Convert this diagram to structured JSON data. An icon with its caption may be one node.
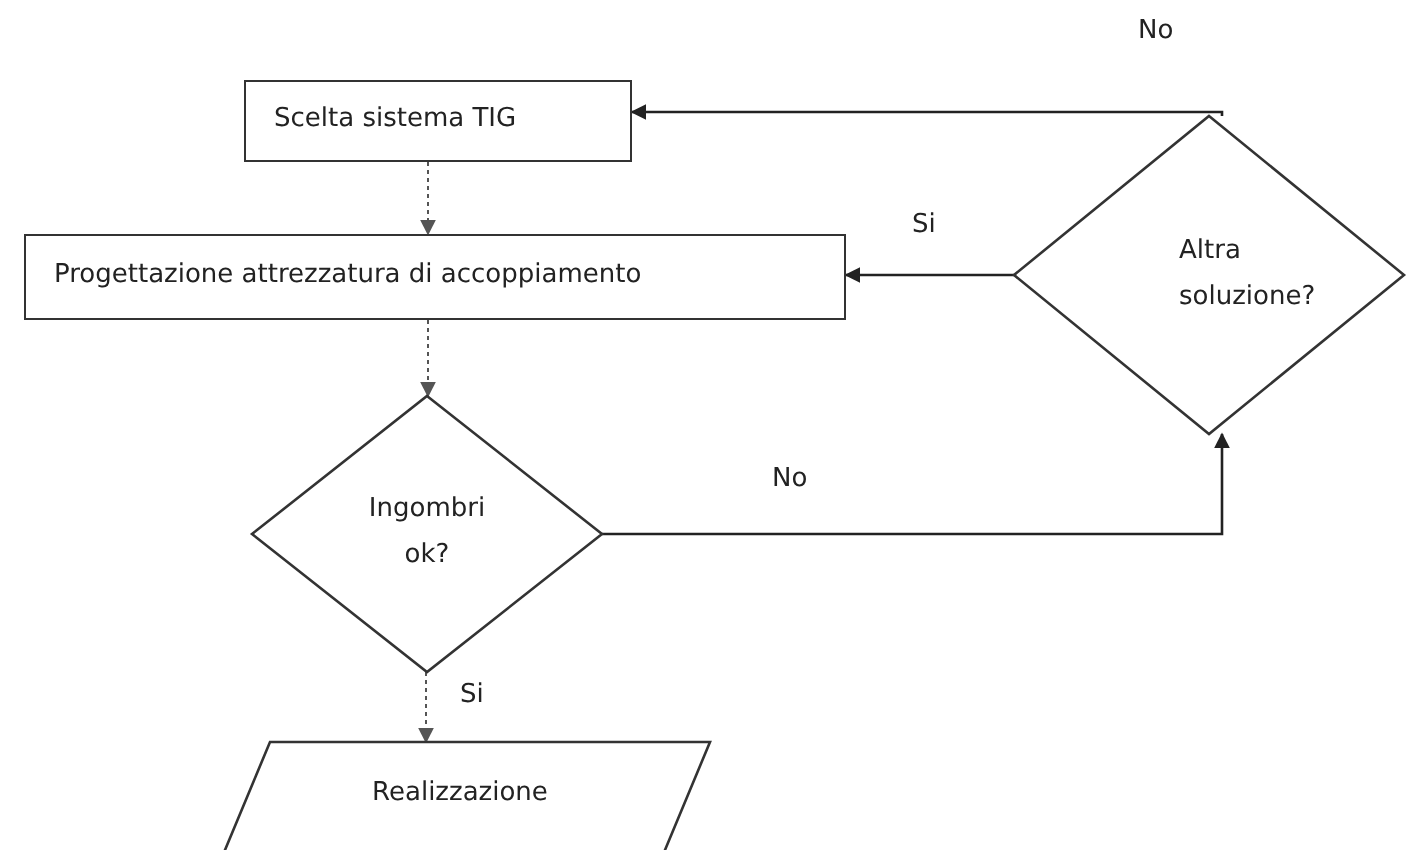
{
  "diagram": {
    "nodes": [
      {
        "text": [
          "Scelta sistema TIG"
        ]
      },
      {
        "text": [
          "Progettazione attrezzatura di accoppiamento"
        ]
      },
      {
        "text": [
          "Ingombri ok?"
        ]
      },
      {
        "text": [
          "Realizzazione"
        ]
      },
      {
        "text": [
          "Altra soluzione?"
        ]
      }
    ],
    "edges": [
      {
        "from": 0,
        "to": 1,
        "arrow": "to",
        "style": "dashed"
      },
      {
        "from": 1,
        "to": 2,
        "arrow": "to",
        "style": "dashed"
      },
      {
        "from": 2,
        "to": 3,
        "arrow": "to",
        "style": "dashed",
        "label": "Si"
      },
      {
        "from": 2,
        "to": 4,
        "arrow": "to",
        "label": "No"
      },
      {
        "from": 4,
        "to": 1,
        "arrow": "to",
        "label": "Si"
      },
      {
        "from": 4,
        "to": 0,
        "arrow": "to",
        "label": "No"
      }
    ]
  }
}
